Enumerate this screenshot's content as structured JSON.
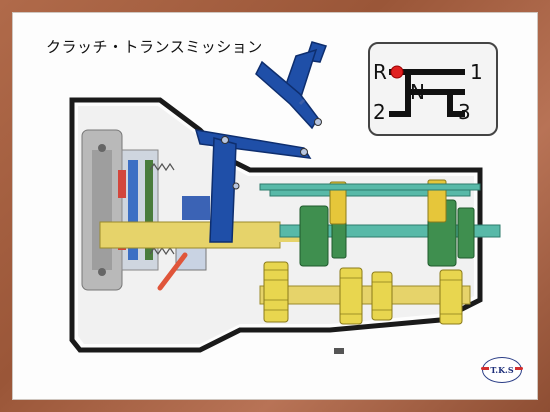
{
  "title": "クラッチ・トランスミッション",
  "gate": {
    "reverse": "R",
    "neutral": "N",
    "first": "1",
    "second": "2",
    "third": "3"
  },
  "logo": "T.K.S",
  "colors": {
    "frame": "#9a5638",
    "lever": "#1f4fa8",
    "shaft": "#e6d36a",
    "gear_green": "#3f8f4f",
    "teal": "#58b9a8",
    "housing": "#1a1a1a",
    "indicator": "#e02020"
  }
}
